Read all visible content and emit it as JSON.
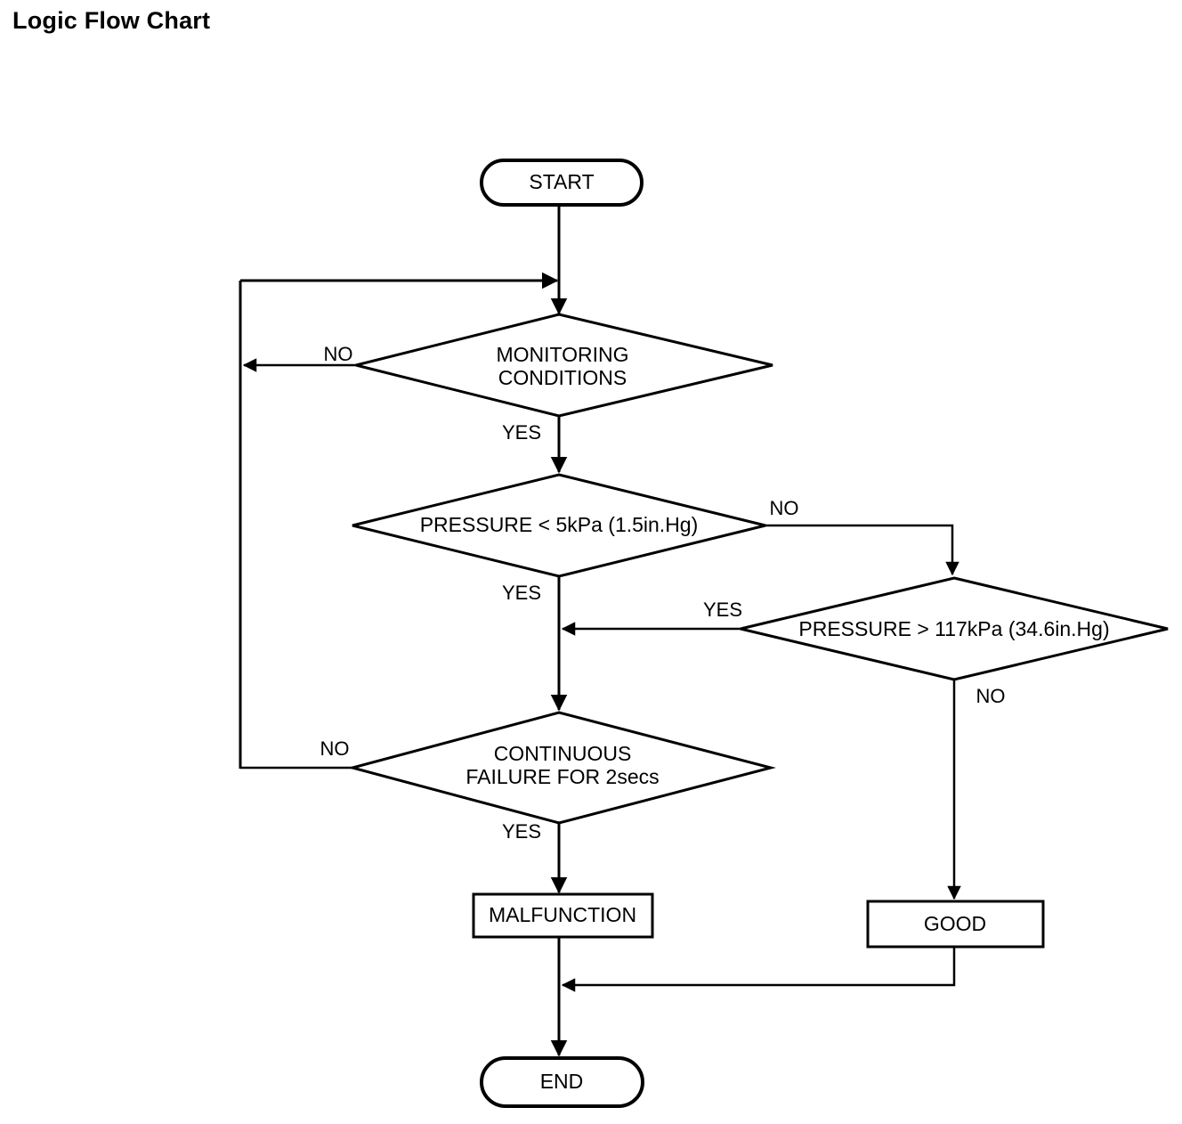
{
  "page": {
    "title": "Logic Flow Chart",
    "background_color": "#ffffff",
    "line_color": "#000000",
    "text_color": "#000000"
  },
  "chart_data": {
    "type": "diagram",
    "diagram_kind": "flowchart",
    "title": "Logic Flow Chart",
    "orientation": "top-to-bottom",
    "nodes": [
      {
        "id": "start",
        "shape": "terminator",
        "label": "START"
      },
      {
        "id": "monitoring",
        "shape": "decision",
        "label": "MONITORING\nCONDITIONS",
        "line1": "MONITORING",
        "line2": "CONDITIONS"
      },
      {
        "id": "pressure_low",
        "shape": "decision",
        "label": "PRESSURE < 5kPa (1.5in.Hg)",
        "line1": "PRESSURE < 5kPa (1.5in.Hg)",
        "line2": ""
      },
      {
        "id": "pressure_high",
        "shape": "decision",
        "label": "PRESSURE > 117kPa (34.6in.Hg)",
        "line1": "PRESSURE > 117kPa (34.6in.Hg)",
        "line2": ""
      },
      {
        "id": "continuous_failure",
        "shape": "decision",
        "label": "CONTINUOUS\nFAILURE FOR 2secs",
        "line1": "CONTINUOUS",
        "line2": "FAILURE FOR 2secs"
      },
      {
        "id": "malfunction",
        "shape": "process",
        "label": "MALFUNCTION"
      },
      {
        "id": "good",
        "shape": "process",
        "label": "GOOD"
      },
      {
        "id": "end",
        "shape": "terminator",
        "label": "END"
      }
    ],
    "edges": [
      {
        "from": "start",
        "to": "monitoring",
        "label": ""
      },
      {
        "from": "monitoring",
        "to": "monitoring",
        "label": "NO",
        "note": "loops back to top of monitoring via left rail"
      },
      {
        "from": "monitoring",
        "to": "pressure_low",
        "label": "YES"
      },
      {
        "from": "pressure_low",
        "to": "continuous_failure",
        "label": "YES"
      },
      {
        "from": "pressure_low",
        "to": "pressure_high",
        "label": "NO"
      },
      {
        "from": "pressure_high",
        "to": "continuous_failure",
        "label": "YES"
      },
      {
        "from": "pressure_high",
        "to": "good",
        "label": "NO"
      },
      {
        "from": "continuous_failure",
        "to": "monitoring",
        "label": "NO",
        "note": "loops back to top of monitoring via left rail"
      },
      {
        "from": "continuous_failure",
        "to": "malfunction",
        "label": "YES"
      },
      {
        "from": "malfunction",
        "to": "end",
        "label": ""
      },
      {
        "from": "good",
        "to": "end",
        "label": ""
      }
    ],
    "branch_labels": {
      "monitoring_no": "NO",
      "monitoring_yes": "YES",
      "pressure_low_no": "NO",
      "pressure_low_yes": "YES",
      "pressure_high_yes": "YES",
      "pressure_high_no": "NO",
      "continuous_failure_no": "NO",
      "continuous_failure_yes": "YES"
    }
  }
}
